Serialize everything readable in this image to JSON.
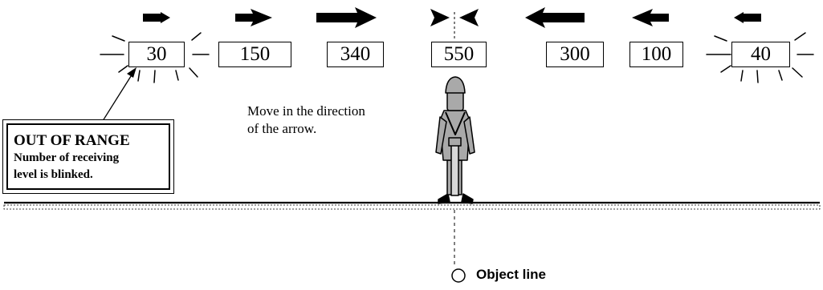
{
  "levels": [
    {
      "value": "30",
      "arrow": "right-short",
      "blinking": true
    },
    {
      "value": "150",
      "arrow": "right-medium",
      "blinking": false
    },
    {
      "value": "340",
      "arrow": "right-long",
      "blinking": false
    },
    {
      "value": "550",
      "arrow": "center-converging",
      "blinking": false
    },
    {
      "value": "300",
      "arrow": "left-long",
      "blinking": false
    },
    {
      "value": "100",
      "arrow": "left-medium",
      "blinking": false
    },
    {
      "value": "40",
      "arrow": "left-short",
      "blinking": true
    }
  ],
  "callout": {
    "title": "OUT OF RANGE",
    "line1": "Number of receiving",
    "line2": "level is blinked."
  },
  "instruction": {
    "line1": "Move in the direction",
    "line2": "of the arrow."
  },
  "object_line_label": "Object line",
  "icons": [
    "arrow-icon",
    "blink-rays-icon",
    "operator-figure",
    "ground-line",
    "object-marker-icon"
  ],
  "colors": {
    "ink": "#000000",
    "figure_fill": "#a9a9a9",
    "background": "#ffffff"
  }
}
